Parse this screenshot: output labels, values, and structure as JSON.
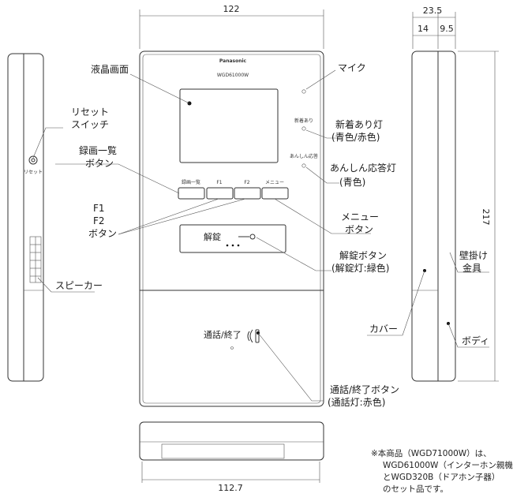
{
  "dimensions": {
    "width": "122",
    "depth": "23.5",
    "depth_a": "14",
    "depth_b": "9.5",
    "height": "217",
    "bottom_width": "112.7"
  },
  "device": {
    "brand": "Panasonic",
    "model": "WGD61000W",
    "btn_record_list": "録画一覧",
    "btn_f1": "F1",
    "btn_f2": "F2",
    "btn_menu": "メニュー",
    "new_arrival": "新着あり",
    "anshin": "あんしん応答",
    "unlock": "解錠",
    "talk": "通話/終了",
    "reset_small": "リセット"
  },
  "labels": {
    "lcd": "液晶画面",
    "mic": "マイク",
    "new_lamp_1": "新着あり灯",
    "new_lamp_2": "(青色/赤色)",
    "anshin_lamp_1": "あんしん応答灯",
    "anshin_lamp_2": "(青色)",
    "reset_1": "リセット",
    "reset_2": "スイッチ",
    "record_1": "録画一覧",
    "record_2": "ボタン",
    "f1": "F1",
    "f2": "F2",
    "f_btn": "ボタン",
    "menu_1": "メニュー",
    "menu_2": "ボタン",
    "unlock_1": "解錠ボタン",
    "unlock_2": "(解錠灯:緑色)",
    "speaker": "スピーカー",
    "wall_1": "壁掛け",
    "wall_2": "金具",
    "cover": "カバー",
    "body": "ボディ",
    "talk_1": "通話/終了ボタン",
    "talk_2": "(通話灯:赤色)"
  },
  "note": [
    "※本商品（WGD71000W）は、",
    "WGD61000W（インターホン親機）",
    "とWGD320B（ドアホン子器）",
    "のセット品です。"
  ]
}
